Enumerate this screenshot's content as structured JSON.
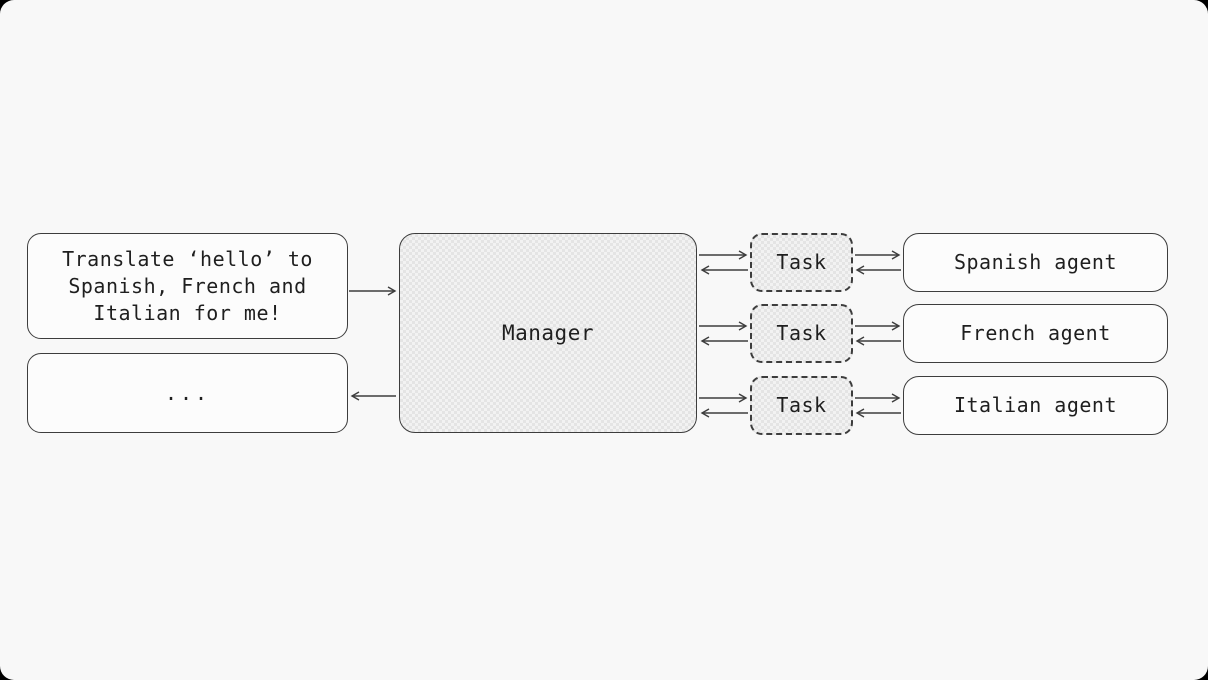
{
  "colors": {
    "border": "#3d3d3d",
    "text": "#1f1f1f",
    "box_fill": "#fcfcfc",
    "hatch_base": "#f2f2f2",
    "hatch_check": "#e4e4e4",
    "frame_bg": "#f8f8f8",
    "outer_bg": "#000000"
  },
  "diagram": {
    "user_prompt": {
      "label": "Translate ‘hello’ to Spanish, French and Italian for me!"
    },
    "ellipsis": {
      "label": "..."
    },
    "manager": {
      "label": "Manager"
    },
    "rows": [
      {
        "task_label": "Task",
        "agent_label": "Spanish agent"
      },
      {
        "task_label": "Task",
        "agent_label": "French agent"
      },
      {
        "task_label": "Task",
        "agent_label": "Italian agent"
      }
    ]
  }
}
